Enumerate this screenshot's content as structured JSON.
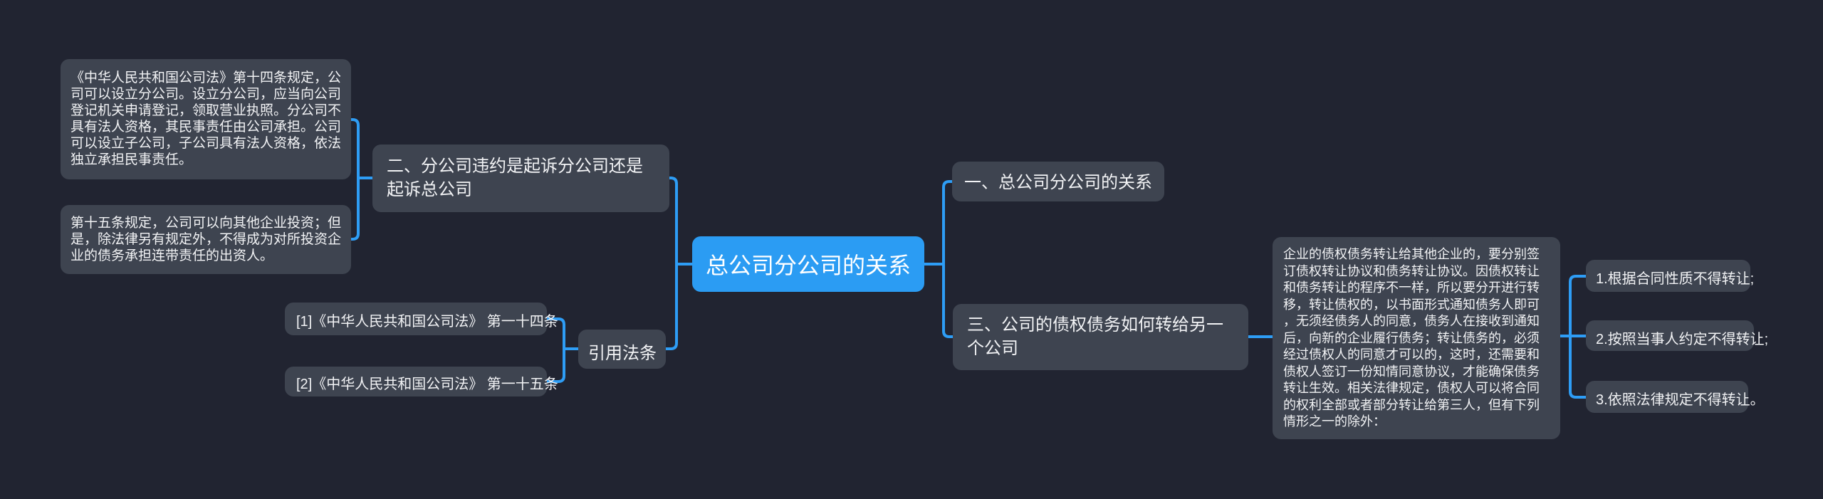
{
  "colors": {
    "canvas-bg": "#212431",
    "node-bg": "#3e4450",
    "accent": "#2b9cf3",
    "line": "#2e9df5",
    "text": "#f2f3f5"
  },
  "mindmap": {
    "root": {
      "label": "总公司分公司的关系"
    },
    "left": {
      "branch2": {
        "label": "二、分公司违约是起诉分公司还是起诉总公司",
        "notes": [
          "《中华人民共和国公司法》第十四条规定，公司可以设立分公司。设立分公司，应当向公司登记机关申请登记，领取营业执照。分公司不具有法人资格，其民事责任由公司承担。公司可以设立子公司，子公司具有法人资格，依法独立承担民事责任。",
          "第十五条规定，公司可以向其他企业投资；但是，除法律另有规定外，不得成为对所投资企业的债务承担连带责任的出资人。"
        ]
      },
      "citations": {
        "label": "引用法条",
        "items": [
          "[1]《中华人民共和国公司法》 第一十四条",
          "[2]《中华人民共和国公司法》 第一十五条"
        ]
      }
    },
    "right": {
      "branch1": {
        "label": "一、总公司分公司的关系"
      },
      "branch3": {
        "label": "三、公司的债权债务如何转给另一个公司",
        "detail": "企业的债权债务转让给其他企业的，要分别签订债权转让协议和债务转让协议。因债权转让和债务转让的程序不一样，所以要分开进行转移，转让债权的，以书面形式通知债务人即可，无须经债务人的同意，债务人在接收到通知后，向新的企业履行债务；转让债务的，必须经过债权人的同意才可以的，这时，还需要和债权人签订一份知情同意协议，才能确保债务转让生效。相关法律规定，债权人可以将合同的权利全部或者部分转让给第三人，但有下列情形之一的除外：",
        "exceptions": [
          "1.根据合同性质不得转让;",
          "2.按照当事人约定不得转让;",
          "3.依照法律规定不得转让。"
        ]
      }
    }
  }
}
